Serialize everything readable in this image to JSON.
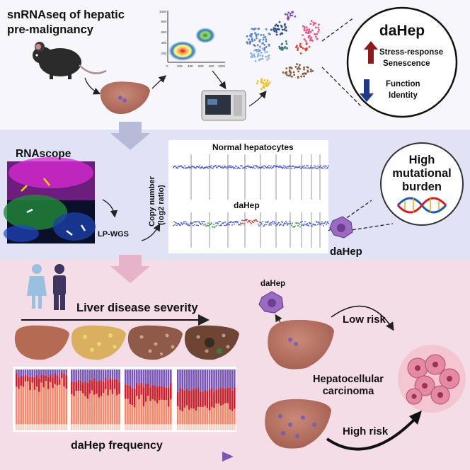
{
  "panel1": {
    "title_line1": "snRNAseq of hepatic",
    "title_line2": "pre-malignancy",
    "scatter_xticks": [
      "0",
      "200",
      "400",
      "600",
      "800",
      "1000"
    ],
    "scatter_yticks": [
      "1000",
      "800",
      "600",
      "400",
      "200"
    ],
    "circle": {
      "title": "daHep",
      "up_line1": "Stress-response",
      "up_line2": "Senescence",
      "down_line1": "Function",
      "down_line2": "Identity"
    }
  },
  "panel2": {
    "title": "RNAscope",
    "lpwgs": "LP-WGS",
    "ylabel_line1": "Copy number",
    "ylabel_line2": "(log2 ratio)",
    "track1_title": "Normal hepatocytes",
    "track2_title": "daHep",
    "cell_label": "daHep",
    "burden_line1": "High",
    "burden_line2": "mutational",
    "burden_line3": "burden"
  },
  "panel3": {
    "severity_label": "Liver disease severity",
    "frequency_label": "daHep frequency",
    "cell_label": "daHep",
    "low_risk": "Low risk",
    "hcc_line1": "Hepatocellular",
    "hcc_line2": "carcinoma",
    "high_risk": "High risk"
  },
  "colors": {
    "panel1_bg": "#f7f6fb",
    "panel2_bg": "#dfe3f5",
    "panel3_bg": "#f4dde6",
    "up_arrow": "#8b1a1a",
    "down_arrow": "#1f3a8a",
    "dahep_cell": "#9a6bc0",
    "bar_salmon": "#f08a6e",
    "bar_red": "#c8202c",
    "bar_purple": "#7b57b5"
  }
}
